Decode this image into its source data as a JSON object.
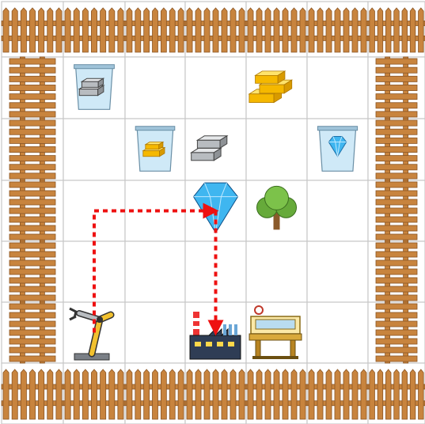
{
  "grid": {
    "rows": 7,
    "cols": 7
  },
  "colors": {
    "fence": "#c8843e",
    "fence_dark": "#8a5524",
    "path": "#ee1111",
    "gold": "#f5b800",
    "silver": "#b8bcc0",
    "diamond": "#3fb6f0",
    "tree": "#66aa3a",
    "bin": "#cfe9f7"
  },
  "board": {
    "fence": "all-border-cells",
    "items": [
      {
        "type": "bin-silver",
        "row": 1,
        "col": 1
      },
      {
        "type": "gold-bars",
        "row": 1,
        "col": 4
      },
      {
        "type": "bin-gold",
        "row": 2,
        "col": 2
      },
      {
        "type": "silver-bars",
        "row": 2,
        "col": 3
      },
      {
        "type": "bin-diamond",
        "row": 2,
        "col": 5
      },
      {
        "type": "diamond",
        "row": 3,
        "col": 3
      },
      {
        "type": "tree",
        "row": 3,
        "col": 4
      },
      {
        "type": "robot-arm",
        "row": 5,
        "col": 1
      },
      {
        "type": "factory",
        "row": 5,
        "col": 3
      },
      {
        "type": "workbench",
        "row": 5,
        "col": 4
      }
    ],
    "path": [
      {
        "row": 5,
        "col": 1
      },
      {
        "row": 3,
        "col": 1
      },
      {
        "row": 3,
        "col": 3
      },
      {
        "row": 5,
        "col": 3
      }
    ]
  }
}
